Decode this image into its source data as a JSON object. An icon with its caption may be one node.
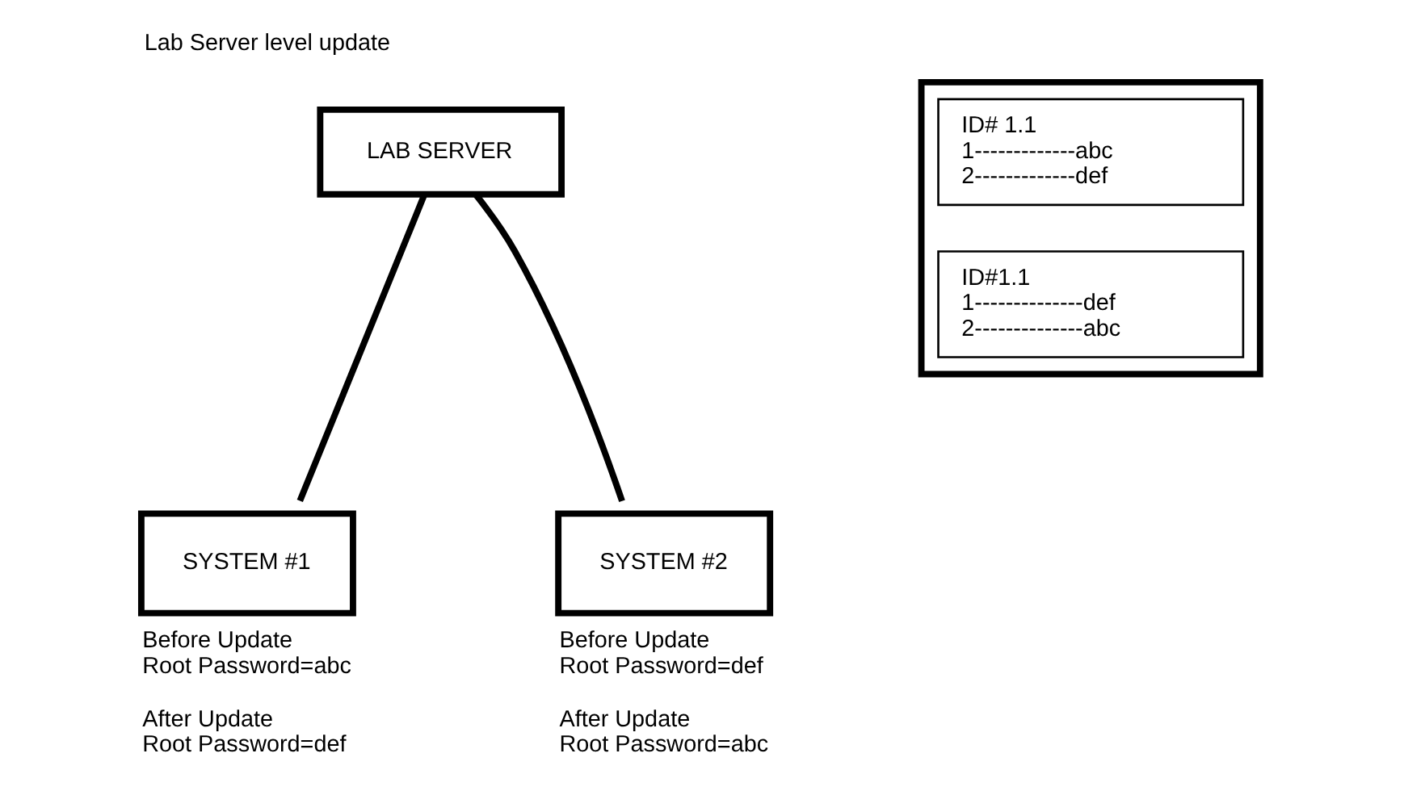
{
  "diagram": {
    "title": "Lab Server level update",
    "nodes": [
      {
        "text": [
          "LAB SERVER"
        ]
      },
      {
        "text": [
          "SYSTEM #1"
        ],
        "beside": [
          "Before Update",
          "Root Password=abc",
          "After Update",
          "Root Password=def"
        ]
      },
      {
        "text": [
          "SYSTEM #2"
        ],
        "beside": [
          "Before Update",
          "Root Password=def",
          "After Update",
          "Root Password=abc"
        ]
      },
      {
        "text": [],
        "shape": "box"
      },
      {
        "text": [
          "ID# 1.1",
          "1-------------abc",
          "2-------------def"
        ],
        "in": 3
      },
      {
        "text": [
          "ID#1.1",
          "1--------------def",
          "2--------------abc"
        ],
        "in": 3
      }
    ],
    "edges": [
      {
        "from": 0,
        "to": 1,
        "arrow": "none"
      },
      {
        "from": 0,
        "to": 2,
        "arrow": "none"
      }
    ]
  }
}
